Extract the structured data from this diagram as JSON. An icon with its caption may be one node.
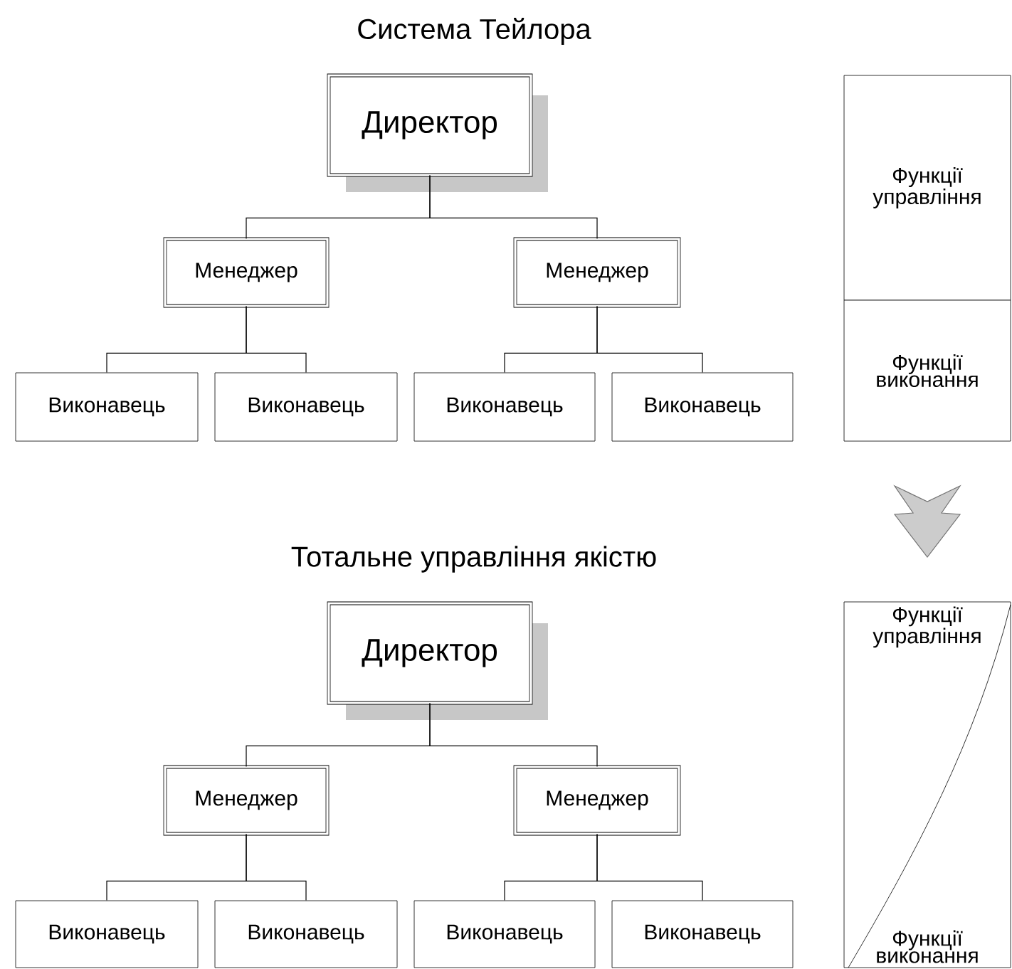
{
  "diagram": {
    "nodes": [
      {
        "text": [
          "Директор"
        ]
      },
      {
        "text": [
          "Менеджер"
        ]
      },
      {
        "text": [
          "Менеджер"
        ]
      },
      {
        "text": [
          "Виконавець"
        ]
      },
      {
        "text": [
          "Виконавець"
        ]
      },
      {
        "text": [
          "Виконавець"
        ]
      },
      {
        "text": [
          "Виконавець"
        ]
      },
      {
        "text": [
          "Функції управління"
        ]
      },
      {
        "text": [
          "Функції виконання"
        ]
      },
      {
        "text": [
          "Директор"
        ]
      },
      {
        "text": [
          "Менеджер"
        ]
      },
      {
        "text": [
          "Менеджер"
        ]
      },
      {
        "text": [
          "Виконавець"
        ]
      },
      {
        "text": [
          "Виконавець"
        ]
      },
      {
        "text": [
          "Виконавець"
        ]
      },
      {
        "text": [
          "Виконавець"
        ]
      },
      {
        "text": [
          "Функції управління",
          "Функції виконання"
        ]
      }
    ],
    "edges": [
      {
        "from": 0,
        "to": 1,
        "arrow": "none"
      },
      {
        "from": 0,
        "to": 2,
        "arrow": "none"
      },
      {
        "from": 1,
        "to": 3,
        "arrow": "none"
      },
      {
        "from": 1,
        "to": 4,
        "arrow": "none"
      },
      {
        "from": 2,
        "to": 5,
        "arrow": "none"
      },
      {
        "from": 2,
        "to": 6,
        "arrow": "none"
      },
      {
        "from": 8,
        "to": 16,
        "arrow": "to"
      },
      {
        "from": 9,
        "to": 10,
        "arrow": "none"
      },
      {
        "from": 9,
        "to": 11,
        "arrow": "none"
      },
      {
        "from": 10,
        "to": 12,
        "arrow": "none"
      },
      {
        "from": 10,
        "to": 13,
        "arrow": "none"
      },
      {
        "from": 11,
        "to": 14,
        "arrow": "none"
      },
      {
        "from": 11,
        "to": 15,
        "arrow": "none"
      }
    ],
    "labels": [
      "Система Тейлора",
      "Тотальне управління якістю"
    ]
  }
}
